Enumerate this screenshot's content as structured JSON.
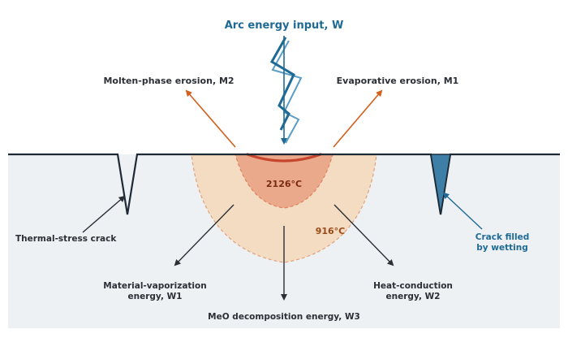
{
  "labels": {
    "arc_input": "Arc energy input, W",
    "molten_erosion": "Molten-phase erosion, M2",
    "evaporative_erosion": "Evaporative erosion, M1",
    "temp_inner": "2126°C",
    "temp_outer": "916°C",
    "thermal_crack": "Thermal-stress crack",
    "crack_wetting_line1": "Crack filled",
    "crack_wetting_line2": "by wetting",
    "vaporization_line1": "Material-vaporization",
    "vaporization_line2": "energy, W1",
    "conduction_line1": "Heat-conduction",
    "conduction_line2": "energy, W2",
    "decomposition": "MeO decomposition energy, W3"
  },
  "colors": {
    "arc_blue": "#1f6a94",
    "erosion_orange": "#d2601c",
    "hot_zone": "#eba98c",
    "warm_zone": "#f3dcc2",
    "melt_line": "#c7452d",
    "substrate": "#eef1f4",
    "crack_fill": "#3d7fa6",
    "text_dark": "#2b2f36"
  }
}
